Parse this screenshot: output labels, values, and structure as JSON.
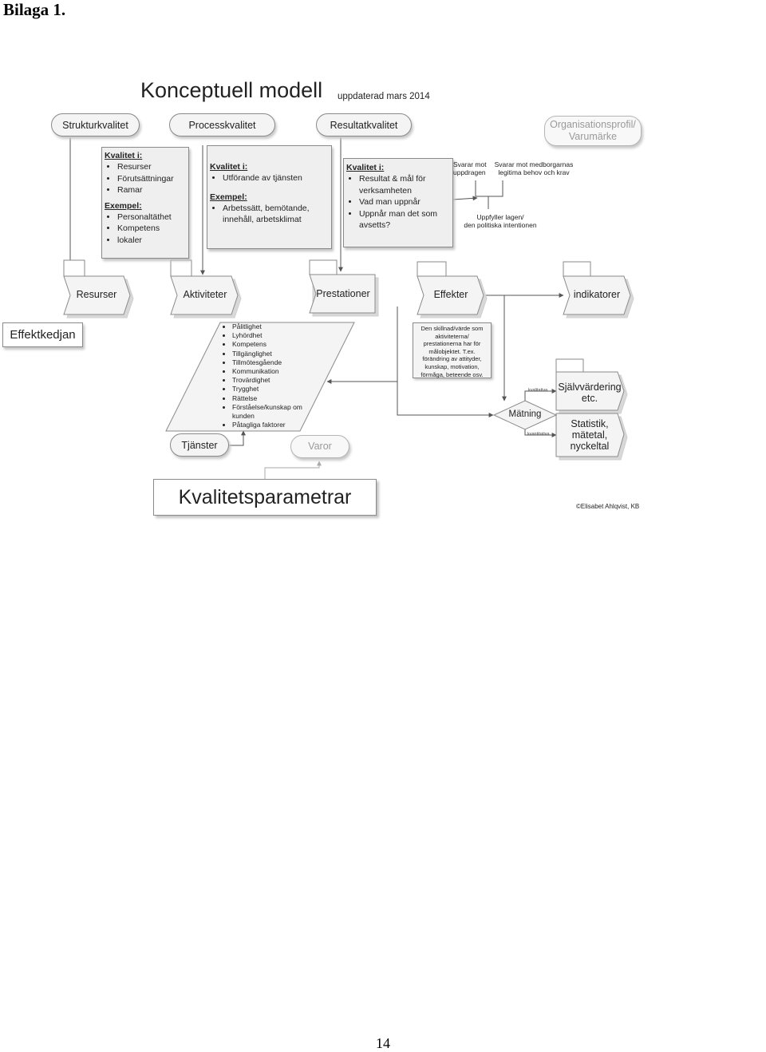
{
  "header": "Bilaga 1.",
  "title": "Konceptuell modell",
  "subtitle": "uppdaterad mars 2014",
  "top_pills": {
    "struktur": "Strukturkvalitet",
    "process": "Processkvalitet",
    "resultat": "Resultatkvalitet",
    "org_line1": "Organisationsprofil/",
    "org_line2": "Varumärke"
  },
  "box_struktur": {
    "heading": "Kvalitet i:",
    "items": [
      "Resurser",
      "Förutsättningar",
      "Ramar"
    ],
    "heading2": "Exempel:",
    "examples": [
      "Personaltäthet",
      "Kompetens",
      "lokaler"
    ]
  },
  "box_process": {
    "heading": "Kvalitet i:",
    "items": [
      "Utförande av tjänsten"
    ],
    "heading2": "Exempel:",
    "examples": [
      "Arbetssätt, bemötande, innehåll, arbetsklimat"
    ]
  },
  "box_resultat": {
    "heading": "Kvalitet i:",
    "items": [
      "Resultat & mål för verksamheten",
      "Vad man uppnår",
      "Uppnår man det som avsetts?"
    ]
  },
  "notes": {
    "uppdrag_line1": "Svarar mot",
    "uppdrag_line2": "uppdragen",
    "medborgare_line1": "Svarar mot medborgarnas",
    "medborgare_line2": "legitima behov och krav",
    "lagen_line1": "Uppfyller lagen/",
    "lagen_line2": "den politiska intentionen"
  },
  "chain": {
    "resurser": "Resurser",
    "aktiviteter": "Aktiviteter",
    "prestationer": "Prestationer",
    "effekter": "Effekter",
    "indikatorer": "indikatorer"
  },
  "effektkedjan": "Effektkedjan",
  "parameters": [
    "Pålitlighet",
    "Lyhördhet",
    "Kompetens",
    "Tillgänglighet",
    "Tillmötesgående",
    "Kommunikation",
    "Trovärdighet",
    "Trygghet",
    "Rättelse",
    "Förståelse/kunskap om kunden",
    "Påtagliga faktorer"
  ],
  "effekt_note": [
    "Den skillnad/värde som",
    "aktiviteterna/",
    "prestationerna har för",
    "målobjektet. T.ex.",
    "förändring av attityder,",
    "kunskap, motivation,",
    "förmåga, beteende osv."
  ],
  "matning": "Mätning",
  "matning_kval": "kvalitativa",
  "matning_kvant": "kvantitativa",
  "sjalv_line1": "Självvärdering",
  "sjalv_line2": "etc.",
  "stat_line1": "Statistik,",
  "stat_line2": "mätetal,",
  "stat_line3": "nyckeltal",
  "tjanster": "Tjänster",
  "varor": "Varor",
  "kvalitetsparametrar": "Kvalitetsparametrar",
  "copyright": "©Elisabet Ahlqvist, KB",
  "page_number": "14"
}
